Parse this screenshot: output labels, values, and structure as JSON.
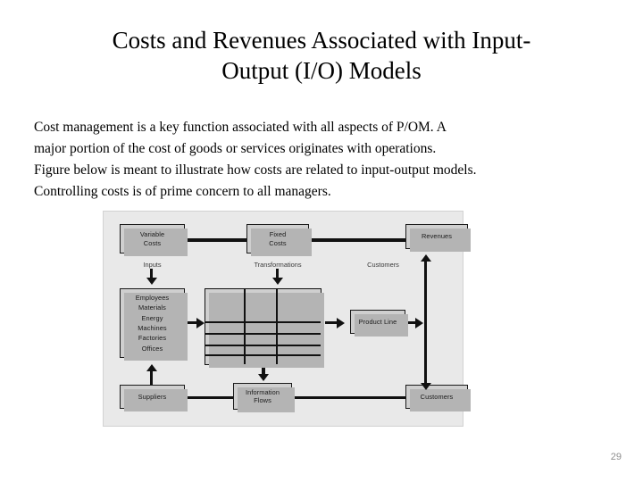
{
  "slide": {
    "title_line1": "Costs and Revenues Associated with Input-",
    "title_line2": "Output (I/O) Models",
    "page_number": "29"
  },
  "body": {
    "line1": "Cost management is a key function associated with all aspects of P/OM. A",
    "line2": "major portion of the cost of goods or services originates with operations.",
    "line3": "Figure below is meant to illustrate how costs are related to input-output models.",
    "line4": "Controlling costs is of prime concern to all managers."
  },
  "diagram": {
    "boxes": {
      "variable_costs": "Variable\nCosts",
      "variable_costs_l1": "Variable",
      "variable_costs_l2": "Costs",
      "fixed_costs_l1": "Fixed",
      "fixed_costs_l2": "Costs",
      "revenues": "Revenues",
      "product_line": "Product Line",
      "suppliers": "Suppliers",
      "information_flows_l1": "Information",
      "information_flows_l2": "Flows",
      "customers_box": "Customers"
    },
    "inputs_list": [
      "Employees",
      "Materials",
      "Energy",
      "Machines",
      "Factories",
      "Offices"
    ],
    "labels": {
      "inputs": "Inputs",
      "transformations": "Transformations",
      "customers": "Customers"
    },
    "colors": {
      "panel_background": "#e9e9e9",
      "box_fill": "#cfcfcf",
      "box_border": "#1a1a1a",
      "box_shadow": "#b4b4b4",
      "connector": "#111111"
    },
    "grid": {
      "columns": 3,
      "rows": 5
    }
  }
}
